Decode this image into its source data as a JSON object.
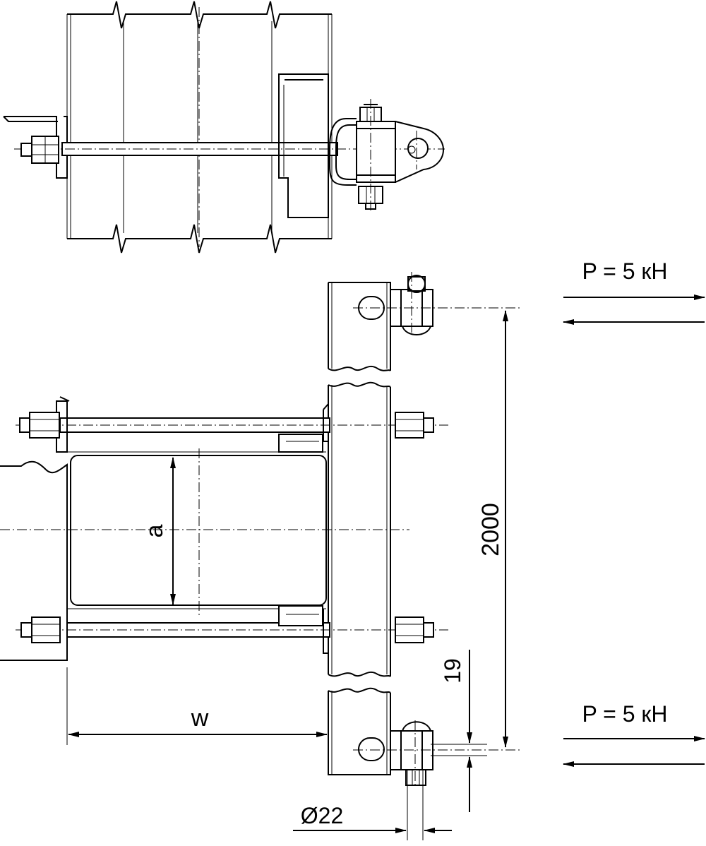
{
  "labels": {
    "force_top": "P = 5 кН",
    "force_bottom": "P = 5 кН",
    "length": "2000",
    "width": "w",
    "height": "a",
    "offset": "19",
    "diameter": "Ø22"
  },
  "colors": {
    "line": "#000000",
    "background": "#ffffff"
  }
}
